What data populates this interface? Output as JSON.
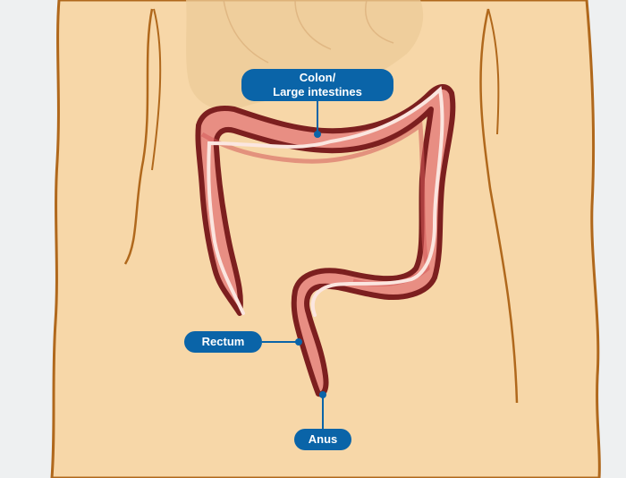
{
  "labels": {
    "colon_line1": "Colon/",
    "colon_line2": "Large intestines",
    "rectum": "Rectum",
    "anus": "Anus"
  },
  "colors": {
    "background": "#eef0f1",
    "skin": "#f7d7a8",
    "skin_outline": "#b0681c",
    "organ_shadow": "#eccb98",
    "intestine": "#e88e83",
    "intestine_dark": "#d4595a",
    "intestine_outline": "#7c1f1f",
    "highlight": "#fbe6e0",
    "label_bg": "#0a64a8",
    "label_text": "#ffffff",
    "pointer": "#0a64a8"
  }
}
